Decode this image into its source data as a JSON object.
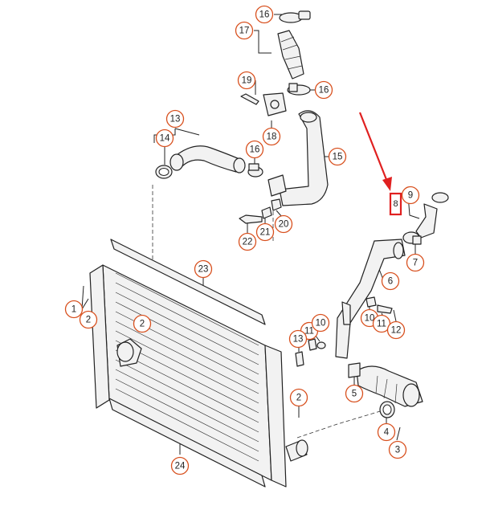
{
  "diagram": {
    "callouts": [
      {
        "id": "c16a",
        "label": "16"
      },
      {
        "id": "c17",
        "label": "17"
      },
      {
        "id": "c19",
        "label": "19"
      },
      {
        "id": "c16b",
        "label": "16"
      },
      {
        "id": "c13",
        "label": "13"
      },
      {
        "id": "c14",
        "label": "14"
      },
      {
        "id": "c18",
        "label": "18"
      },
      {
        "id": "c16c",
        "label": "16"
      },
      {
        "id": "c15",
        "label": "15"
      },
      {
        "id": "c22",
        "label": "22"
      },
      {
        "id": "c21",
        "label": "21"
      },
      {
        "id": "c20",
        "label": "20"
      },
      {
        "id": "c9",
        "label": "9"
      },
      {
        "id": "c7",
        "label": "7"
      },
      {
        "id": "c6",
        "label": "6"
      },
      {
        "id": "c23",
        "label": "23"
      },
      {
        "id": "c1",
        "label": "1"
      },
      {
        "id": "c2a",
        "label": "2"
      },
      {
        "id": "c2b",
        "label": "2"
      },
      {
        "id": "c10a",
        "label": "10"
      },
      {
        "id": "c11a",
        "label": "11"
      },
      {
        "id": "c12a",
        "label": "12"
      },
      {
        "id": "c11b",
        "label": "11"
      },
      {
        "id": "c10b",
        "label": "10"
      },
      {
        "id": "c13b",
        "label": "13"
      },
      {
        "id": "c5",
        "label": "5"
      },
      {
        "id": "c2c",
        "label": "2"
      },
      {
        "id": "c4",
        "label": "4"
      },
      {
        "id": "c3",
        "label": "3"
      },
      {
        "id": "c24",
        "label": "24"
      }
    ],
    "highlight": {
      "label": "8",
      "color": "#e02020"
    },
    "arrow_color": "#e02020",
    "callout_color": "#d8501e"
  }
}
